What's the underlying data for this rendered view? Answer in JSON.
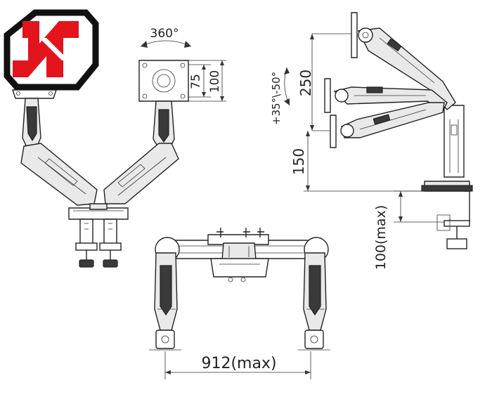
{
  "logo": {
    "mark": "HX logo",
    "colors": {
      "red": "#e3141b",
      "black": "#111111"
    }
  },
  "dimensions": {
    "rotation": "360°",
    "vesa_small": "75",
    "vesa_large": "100",
    "tilt": "+35°\\-50°",
    "height_range": "250",
    "min_height": "150",
    "clamp_max": "100(max)",
    "span_max": "912(max)"
  }
}
